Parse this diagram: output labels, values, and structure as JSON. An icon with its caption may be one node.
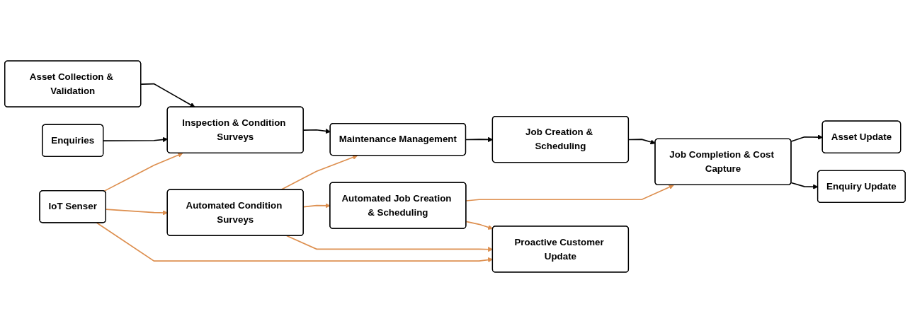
{
  "diagram": {
    "nodes": [
      {
        "text": [
          "Asset Collection & Validation"
        ]
      },
      {
        "text": [
          "Asset Update"
        ]
      },
      {
        "text": [
          "Enquiries"
        ]
      },
      {
        "text": [
          "Inspection & Condition Surveys"
        ]
      },
      {
        "text": [
          "Maintenance Management"
        ]
      },
      {
        "text": [
          "Job Creation & Scheduling"
        ]
      },
      {
        "text": [
          "Job Completion & Cost Capture"
        ]
      },
      {
        "text": [
          "Enquiry Update"
        ]
      },
      {
        "text": [
          "IoT Senser"
        ]
      },
      {
        "text": [
          "Automated Condition Surveys"
        ]
      },
      {
        "text": [
          "Automated Job Creation & Scheduling"
        ]
      },
      {
        "text": [
          "Proactive Customer Update"
        ]
      }
    ],
    "edges": [
      {
        "from": 0,
        "to": 3,
        "arrow": "to",
        "color": "#000000"
      },
      {
        "from": 2,
        "to": 3,
        "arrow": "to",
        "color": "#000000"
      },
      {
        "from": 3,
        "to": 4,
        "arrow": "to",
        "color": "#000000"
      },
      {
        "from": 4,
        "to": 5,
        "arrow": "to",
        "color": "#000000"
      },
      {
        "from": 5,
        "to": 6,
        "arrow": "to",
        "color": "#000000"
      },
      {
        "from": 6,
        "to": 1,
        "arrow": "to",
        "color": "#000000"
      },
      {
        "from": 6,
        "to": 7,
        "arrow": "to",
        "color": "#000000"
      },
      {
        "from": 8,
        "to": 3,
        "arrow": "to",
        "color": "#dd8f4f"
      },
      {
        "from": 8,
        "to": 9,
        "arrow": "to",
        "color": "#dd8f4f"
      },
      {
        "from": 9,
        "to": 4,
        "arrow": "to",
        "color": "#dd8f4f"
      },
      {
        "from": 9,
        "to": 10,
        "arrow": "to",
        "color": "#dd8f4f"
      },
      {
        "from": 10,
        "to": 6,
        "arrow": "to",
        "color": "#dd8f4f"
      },
      {
        "from": 10,
        "to": 11,
        "arrow": "to",
        "color": "#dd8f4f"
      },
      {
        "from": 8,
        "to": 11,
        "arrow": "to",
        "color": "#dd8f4f"
      },
      {
        "from": 9,
        "to": 11,
        "arrow": "to",
        "color": "#dd8f4f"
      }
    ]
  }
}
